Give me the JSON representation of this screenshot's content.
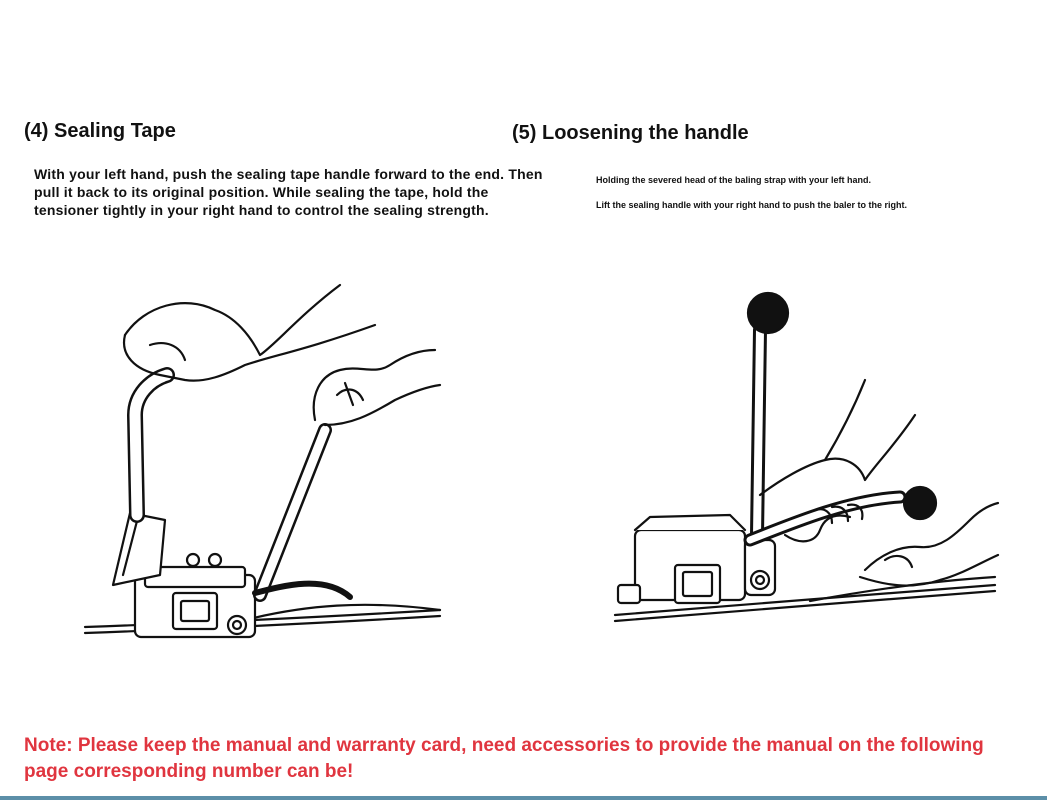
{
  "sections": [
    {
      "title": "(4) Sealing Tape",
      "body": "With your left hand, push the sealing tape handle forward to the end. Then pull it back to its original position. While sealing the tape, hold the tensioner tightly in your right hand to control the sealing strength."
    },
    {
      "title": "(5) Loosening the handle",
      "lines": [
        "Holding the severed head of the baling strap with your left hand.",
        "Lift the sealing handle with your right hand to push the baler to the right."
      ]
    }
  ],
  "note": "Note: Please keep the manual and warranty card, need accessories to provide the manual on the following page corresponding number can be!",
  "colors": {
    "note": "#e0353f",
    "text": "#111111",
    "rule": "#5c8fa8"
  }
}
